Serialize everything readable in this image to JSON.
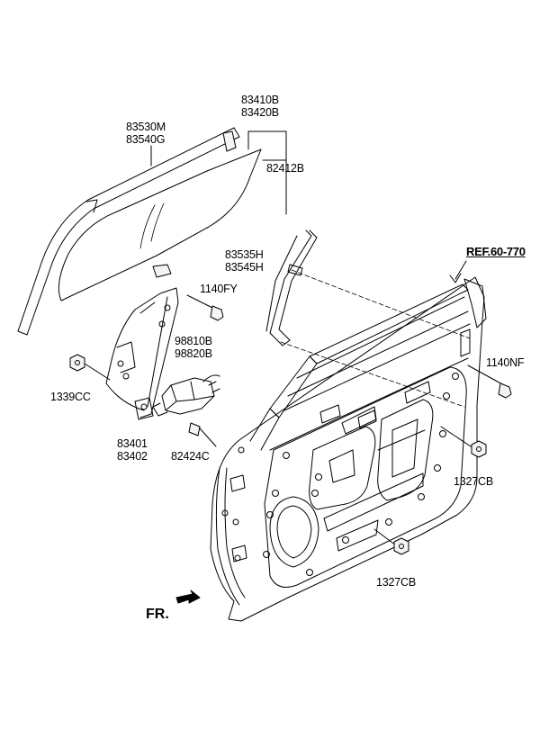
{
  "callouts": {
    "rear_glass_run": [
      "83530M",
      "83540G"
    ],
    "door_glass": [
      "83410B",
      "83420B"
    ],
    "glass_sub": "82412B",
    "channel": [
      "83535H",
      "83545H"
    ],
    "ref": "REF.60-770",
    "bolt_upper": "1140FY",
    "motor": [
      "98810B",
      "98820B"
    ],
    "bolt_right": "1140NF",
    "nut_left": "1339CC",
    "regulator": [
      "83401",
      "83402"
    ],
    "grommet": "82424C",
    "nut_right_upper": "1327CB",
    "nut_right_lower": "1327CB",
    "front_marker": "FR."
  }
}
